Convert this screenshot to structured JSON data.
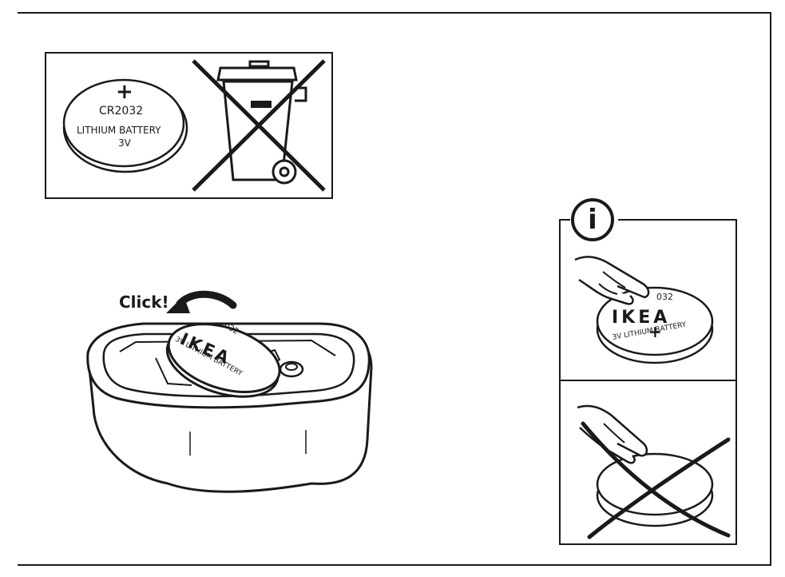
{
  "disposal_panel": {
    "battery": {
      "plus": "+",
      "model": "CR2032",
      "type": "LITHIUM BATTERY",
      "voltage": "3V"
    },
    "bin_icon": "crossed-out-wheelie-bin-icon"
  },
  "install_step": {
    "sound_label": "Click!",
    "battery_brand": "IKEA",
    "battery_model_partial": "032",
    "battery_rim_text": "3V LITHIUM BATTERY"
  },
  "info_panel": {
    "info_icon": "info-icon",
    "info_symbol": "i",
    "correct": {
      "model_partial": "032",
      "brand": "IKEA",
      "plus": "+",
      "rim_text": "3V LITHIUM BATTERY"
    },
    "incorrect_icon": "cross-out-icon"
  }
}
